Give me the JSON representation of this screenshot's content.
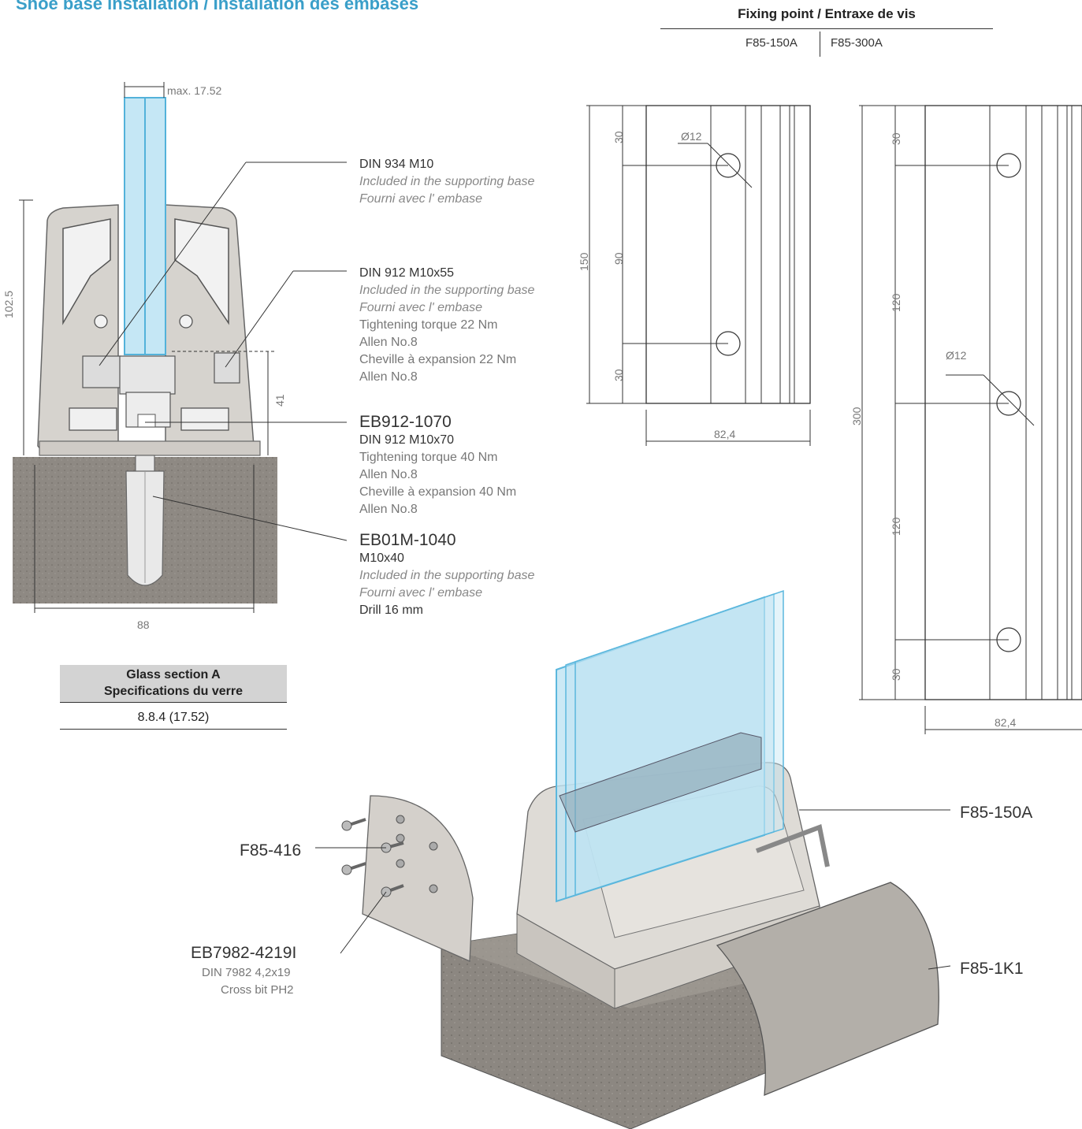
{
  "title": "Shoe base installation / Installation des embases",
  "fixing": {
    "heading": "Fixing point / Entraxe de vis",
    "options": [
      "F85-150A",
      "F85-300A"
    ]
  },
  "section": {
    "max": "max. 17.52",
    "h102": "102.5",
    "h41": "41",
    "w88": "88"
  },
  "labels": {
    "din934": {
      "title": "DIN 934 M10",
      "l1": "Included in the supporting base",
      "l2": "Fourni avec l' embase"
    },
    "din912": {
      "title": "DIN 912 M10x55",
      "l1": "Included in the supporting base",
      "l2": "Fourni avec l' embase",
      "l3": "Tightening torque 22 Nm",
      "l4": "Allen No.8",
      "l5": "Cheville à expansion 22 Nm",
      "l6": "Allen No.8"
    },
    "eb912": {
      "code": "EB912-1070",
      "sub": "DIN 912 M10x70",
      "l1": "Tightening torque 40 Nm",
      "l2": "Allen No.8",
      "l3": "Cheville à expansion 40 Nm",
      "l4": "Allen No.8"
    },
    "eb01m": {
      "code": "EB01M-1040",
      "sub": "M10x40",
      "l1": "Included in the supporting base",
      "l2": "Fourni avec l' embase",
      "l3": "Drill 16 mm"
    }
  },
  "glass_spec": {
    "head1": "Glass section A",
    "head2": "Specifications du verre",
    "value": "8.8.4 (17.52)"
  },
  "plate150": {
    "d": "Ø12",
    "a": "30",
    "b": "90",
    "c": "30",
    "h": "150",
    "w": "82,4"
  },
  "plate300": {
    "d": "Ø12",
    "a": "30",
    "b": "120",
    "c": "120",
    "e": "30",
    "h": "300",
    "w": "82,4"
  },
  "parts": {
    "f85_150a": "F85-150A",
    "f85_416": "F85-416",
    "eb7982": "EB7982-4219I",
    "eb7982_sub1": "DIN 7982 4,2x19",
    "eb7982_sub2": "Cross bit PH2",
    "f85_1k1": "F85-1K1"
  },
  "colors": {
    "accent": "#3a9fc9",
    "glass": "#bfe4f3",
    "glass_edge": "#5bb7dd",
    "aluminium": "#d9d6d1",
    "concrete": "#8f8a84"
  }
}
